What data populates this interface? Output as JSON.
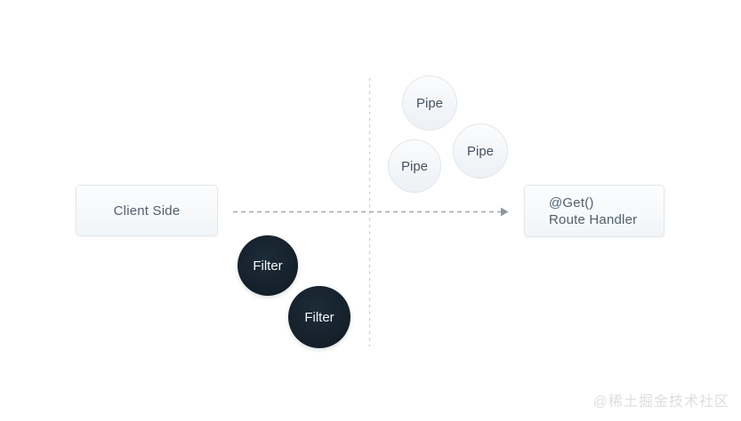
{
  "diagram": {
    "title": "request-lifecycle-diagram",
    "nodes": {
      "client": {
        "label": "Client Side"
      },
      "route_handler": {
        "line1": "@Get()",
        "line2": "Route Handler"
      },
      "pipes": [
        {
          "label": "Pipe"
        },
        {
          "label": "Pipe"
        },
        {
          "label": "Pipe"
        }
      ],
      "filters": [
        {
          "label": "Filter"
        },
        {
          "label": "Filter"
        }
      ]
    },
    "connections": {
      "request_arrow": {
        "from": "client",
        "to": "route_handler",
        "style": "dashed-arrow"
      },
      "divider": {
        "style": "dashed-vertical-line"
      }
    }
  },
  "watermark": {
    "text": "@稀土掘金技术社区"
  },
  "colors": {
    "canvas_bg": "#ffffff",
    "box_border": "#e3e7eb",
    "box_text": "#52606e",
    "pipe_border": "#e2e6eb",
    "pipe_text": "#47525e",
    "filter_bg": "#16222d",
    "filter_text": "#f5f7f9",
    "arrow_line": "#a4a9ae",
    "arrow_head": "#8f959b",
    "divider_line": "#c9cdd1",
    "watermark_color": "#dcdee0"
  }
}
